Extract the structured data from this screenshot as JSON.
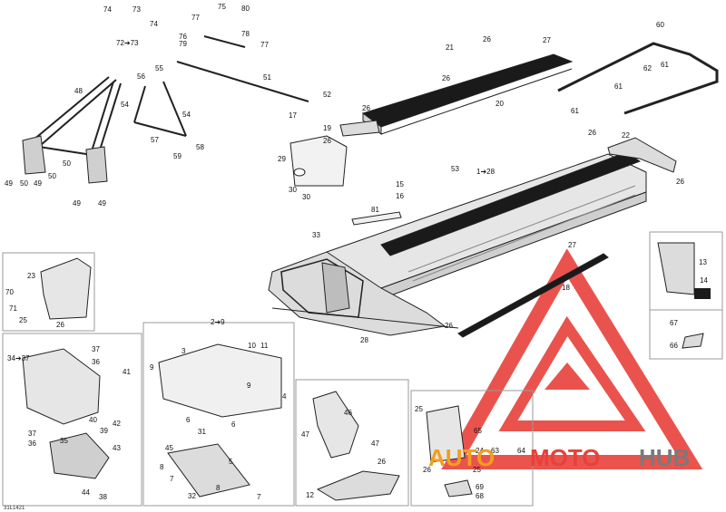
{
  "diagram": {
    "reference": "31L1421",
    "watermark": {
      "word1": "AUTO",
      "word2": "MOTO",
      "word3": "HUB"
    },
    "colors": {
      "line": "#222222",
      "part_dark": "#1a1a1a",
      "frame_gray": "#d9d9d9",
      "box": "#9a9a9a",
      "logo_red": "#e8413a",
      "logo_orange": "#f29e1f",
      "logo_gray": "#7a7a7a"
    },
    "callouts": [
      "1",
      "2",
      "3",
      "4",
      "5",
      "6",
      "7",
      "8",
      "9",
      "10",
      "11",
      "12",
      "13",
      "14",
      "15",
      "16",
      "17",
      "18",
      "19",
      "20",
      "21",
      "22",
      "23",
      "24",
      "25",
      "26",
      "27",
      "28",
      "29",
      "30",
      "31",
      "32",
      "33",
      "34",
      "35",
      "36",
      "37",
      "38",
      "39",
      "40",
      "41",
      "42",
      "43",
      "44",
      "45",
      "46",
      "47",
      "48",
      "49",
      "50",
      "51",
      "52",
      "53",
      "54",
      "55",
      "56",
      "57",
      "58",
      "59",
      "60",
      "61",
      "62",
      "63",
      "64",
      "65",
      "66",
      "67",
      "68",
      "69",
      "70",
      "71",
      "72",
      "73",
      "74",
      "75",
      "76",
      "77",
      "78",
      "79",
      "80",
      "81"
    ],
    "range_callouts": {
      "r_1_28": "1➔28",
      "r_2_9": "2➔9",
      "r_34_37": "34➔37",
      "r_72_73": "72➔73"
    }
  }
}
